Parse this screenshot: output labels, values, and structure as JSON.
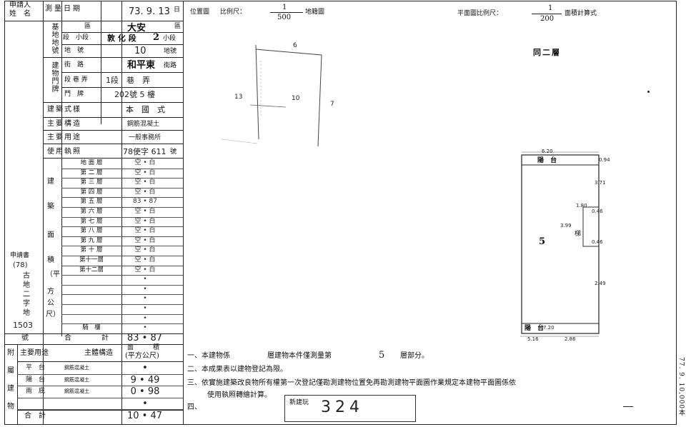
{
  "header": {
    "applicant_label_1": "申請人",
    "applicant_label_2": "姓　名",
    "survey_date_label": "測量日期",
    "survey_date_value": "73. 9. 13",
    "survey_date_suffix": "日",
    "location_title": "位置圖",
    "location_scale_label": "比例尺：",
    "location_scale_num": "1",
    "location_scale_den": "500",
    "location_scale_suffix": "地籍圖",
    "plan_scale_label": "平面圖比例尺：",
    "plan_scale_num": "1",
    "plan_scale_den": "200",
    "plan_scale_suffix": "面積計算式"
  },
  "left_table": {
    "site_group": [
      "基",
      "地",
      "地",
      "號"
    ],
    "district_label": "區",
    "district_value": "大安",
    "section_label": "段　小段",
    "section_value": "敦 化 段",
    "section_small": "2",
    "section_small_suffix": "小段",
    "lot_label": "地　號",
    "lot_value": "10",
    "lot_suffix": "地號",
    "door_group": [
      "建",
      "物",
      "門",
      "牌"
    ],
    "street_label": "街　路",
    "street_value": "和平東",
    "street_suffix": "街路",
    "lane_label": "段 巷 弄",
    "lane_value": "1段　巷　弄",
    "number_label": "門　牌",
    "number_value": "202號 5 樓",
    "style_label": "建築式樣",
    "style_value": "本　國　式",
    "structure_label": "主要構造",
    "structure_value": "鋼筋混凝土",
    "use_label": "主要用途",
    "use_value": "一般事務所",
    "permit_label": "使用執照",
    "permit_value": "78使字 611",
    "permit_suffix": "號"
  },
  "floors": {
    "group_chars": [
      "建",
      "築",
      "面",
      "積"
    ],
    "unit_chars": [
      "（平",
      "方",
      "公",
      "尺）"
    ],
    "rows": [
      {
        "label": "地 面 層",
        "value": "空 • 白"
      },
      {
        "label": "第 二 層",
        "value": "空 • 白"
      },
      {
        "label": "第 三 層",
        "value": "空 • 白"
      },
      {
        "label": "第 四 層",
        "value": "空 • 白"
      },
      {
        "label": "第 五 層",
        "value": "83 • 87"
      },
      {
        "label": "第 六 層",
        "value": "空 • 白"
      },
      {
        "label": "第 七 層",
        "value": "空 • 白"
      },
      {
        "label": "第 八 層",
        "value": "空 • 白"
      },
      {
        "label": "第 九 層",
        "value": "空 • 白"
      },
      {
        "label": "第 十 層",
        "value": "空 • 白"
      },
      {
        "label": "第十一層",
        "value": "空 • 白"
      },
      {
        "label": "第十二層",
        "value": "空 • 白"
      },
      {
        "label": "",
        "value": "•"
      },
      {
        "label": "",
        "value": "•"
      },
      {
        "label": "",
        "value": "•"
      },
      {
        "label": "",
        "value": "•"
      },
      {
        "label": "",
        "value": "•"
      },
      {
        "label": "騎　樓",
        "value": "•"
      }
    ],
    "total_label_a": "號",
    "total_label_b": "合",
    "total_label_c": "計",
    "total_value": "83 • 87"
  },
  "side_note": {
    "line1": "申請書",
    "line2": "(78)",
    "line3": "古",
    "line4": "地",
    "line5": "二",
    "line6": "字",
    "line7": "地",
    "line8": "1503"
  },
  "annex": {
    "group_chars": [
      "附",
      "屬",
      "建",
      "物"
    ],
    "use_header": "主要用途",
    "struct_header": "主體構造",
    "area_header_1": "面　　　積",
    "area_header_2": "(平方公尺)",
    "rows": [
      {
        "use": "平　台",
        "struct": "鋼筋混凝土",
        "value": "•"
      },
      {
        "use": "陽　台",
        "struct": "鋼筋混凝土",
        "value": "9 • 49"
      },
      {
        "use": "雨　庇",
        "struct": "鋼筋混凝土",
        "value": "0 • 98"
      },
      {
        "use": "",
        "struct": "",
        "value": "•"
      }
    ],
    "total_label": "合　計",
    "total_value": "10 • 47"
  },
  "location_map": {
    "lot_top": "6",
    "lot_left": "13",
    "lot_center": "10",
    "lot_right": "7"
  },
  "plan": {
    "title": "同二層",
    "balcony_top": "陽 台",
    "balcony_bottom": "陽 台",
    "unit_number": "5",
    "dim_top": "6.20",
    "dim_top_right": "0.94",
    "dim_side_1": "3.71",
    "dim_side_2": "2.49",
    "dim_mid_1": "1.80",
    "dim_mid_2": "3.99",
    "dim_mid_3": "0.46",
    "dim_mid_4": "0.46",
    "dim_bottom_1": "7.20",
    "dim_bottom_2": "5.16",
    "dim_bottom_3": "2.86",
    "corridor": "梯"
  },
  "notes": {
    "n1_prefix": "一、本建物係",
    "n1_mid": "層建物本件僅測量第",
    "n1_floor": "5",
    "n1_suffix": "層部分。",
    "n2": "二、本成果表以建物登記為限。",
    "n3a": "三、依實施建築改良物所有權第一次登記僅勘測建物位置免再勘測建物平面圖作業規定本建物平面圖係依",
    "n3b": "使用執照轉繪計算。",
    "n4": "四、",
    "stamp_label": "新建玩",
    "stamp_value": "324"
  },
  "margin_text": "77. 9. 10,000本"
}
